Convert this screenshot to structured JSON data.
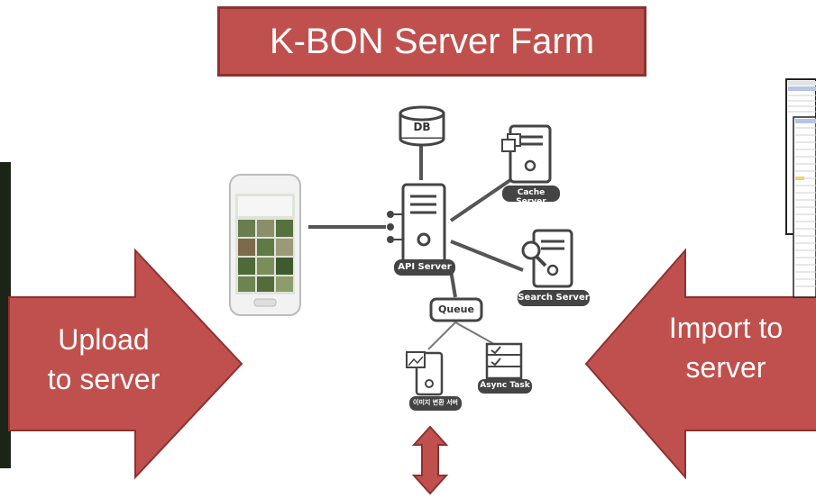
{
  "title": "K-BON Server Farm",
  "left_arrow": {
    "line1": "Upload",
    "line2": "to server"
  },
  "right_arrow": {
    "line1": "Import to",
    "line2": "server"
  },
  "nodes": {
    "db": "DB",
    "api": "API Server",
    "cache": "Cache Server",
    "search": "Search Server",
    "queue": "Queue",
    "image": "이미지 변환 서버",
    "async": "Async Task"
  },
  "colors": {
    "accent": "#c0504d",
    "dark_red": "#8c3230",
    "node_dark": "#444444"
  }
}
